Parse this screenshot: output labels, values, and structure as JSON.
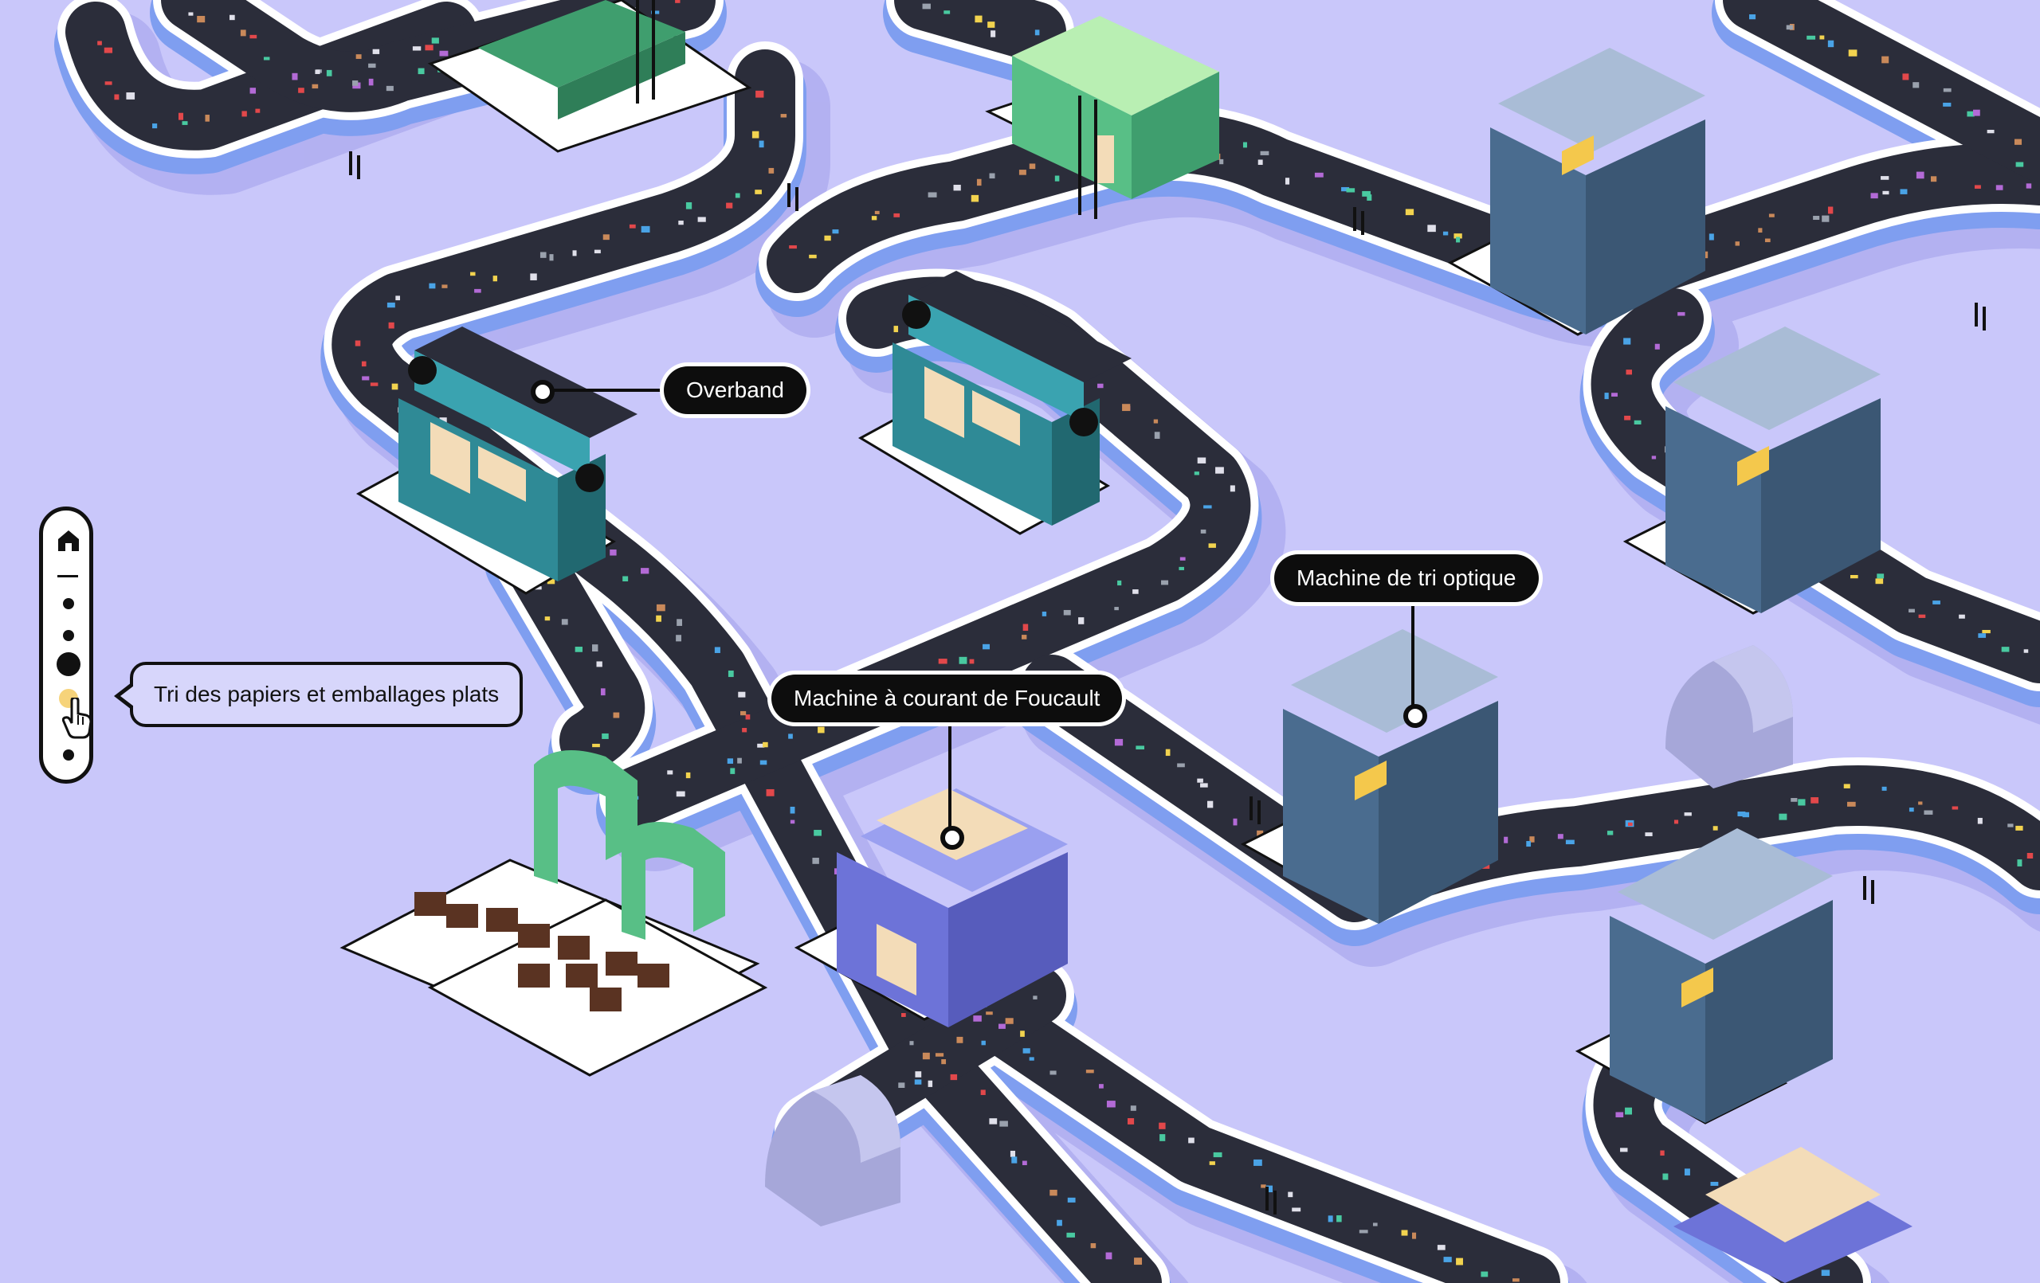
{
  "navigation": {
    "home_icon": "home-icon",
    "dots": 6,
    "active_index": 4,
    "active_color": "#f6d37a",
    "tooltip": "Tri des papiers et emballages plats"
  },
  "machines": {
    "overband": "Overband",
    "optical_sorter": "Machine de tri optique",
    "eddy_current": "Machine à courant de Foucault"
  },
  "colors": {
    "background": "#c9c7fa",
    "belt": "#2b2d3a",
    "rail": "#7f9ef0",
    "green_machine": "#58bf86",
    "teal_machine": "#2f8a96",
    "slate_machine": "#4a6c8f",
    "violet_machine": "#7d83e0"
  }
}
